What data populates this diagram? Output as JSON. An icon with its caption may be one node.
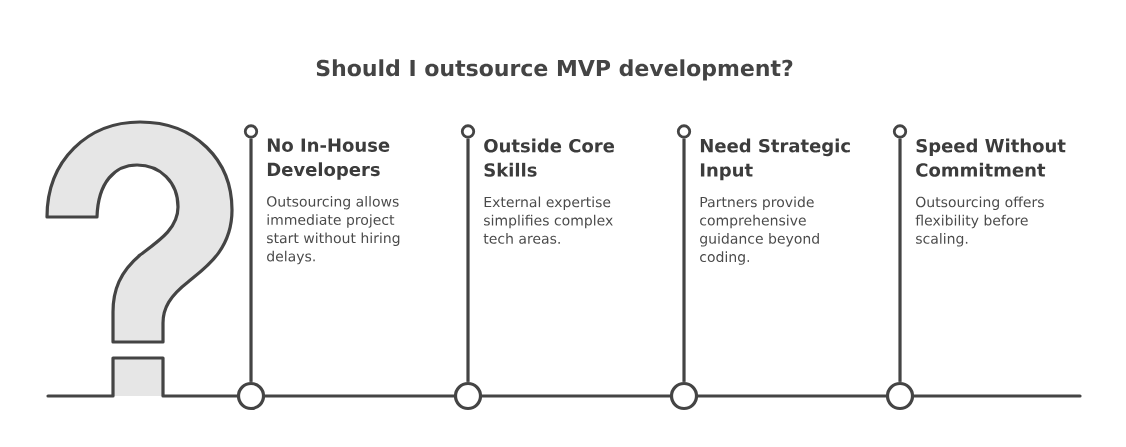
{
  "diagram": {
    "title": "Should I outsource MVP development?",
    "nodes": [
      {
        "text": [
          "No In-House Developers",
          "Outsourcing allows immediate project start without hiring delays."
        ]
      },
      {
        "text": [
          "Outside Core Skills",
          "External expertise simplifies complex tech areas."
        ]
      },
      {
        "text": [
          "Need Strategic Input",
          "Partners provide comprehensive guidance beyond coding."
        ]
      },
      {
        "text": [
          "Speed Without Commitment",
          "Outsourcing offers flexibility before scaling."
        ]
      },
      {
        "text": [],
        "shape": "circle"
      },
      {
        "text": [],
        "shape": "circle"
      },
      {
        "text": [],
        "shape": "circle"
      },
      {
        "text": [],
        "shape": "circle"
      },
      {
        "text": [],
        "shape": "circle"
      },
      {
        "text": [],
        "shape": "circle"
      },
      {
        "text": [],
        "shape": "circle"
      },
      {
        "text": [],
        "shape": "circle"
      }
    ],
    "edges": [
      {
        "from": 4,
        "to": 8,
        "arrow": "none"
      },
      {
        "from": 5,
        "to": 9,
        "arrow": "none"
      },
      {
        "from": 6,
        "to": 10,
        "arrow": "none"
      },
      {
        "from": 7,
        "to": 11,
        "arrow": "none"
      }
    ]
  }
}
